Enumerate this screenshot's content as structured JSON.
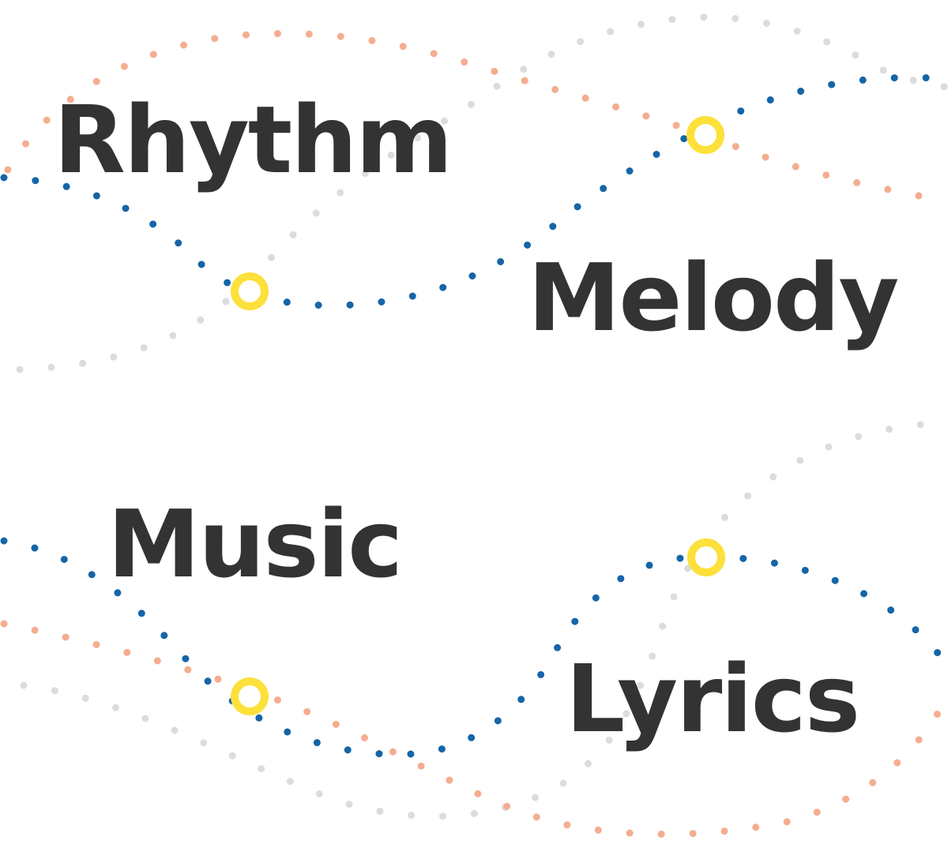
{
  "words": {
    "rhythm": "Rhythm",
    "melody": "Melody",
    "music": "Music",
    "lyrics": "Lyrics"
  },
  "colors": {
    "text": "#333333",
    "blue_dots": "#1565a8",
    "peach_dots": "#f5ad8f",
    "gray_dots": "#dcdcdc",
    "node_ring": "#fde03a"
  },
  "decor": {
    "style": "dotted-wave-lines",
    "node_icon": "ring-node-icon",
    "node_count": 4
  }
}
